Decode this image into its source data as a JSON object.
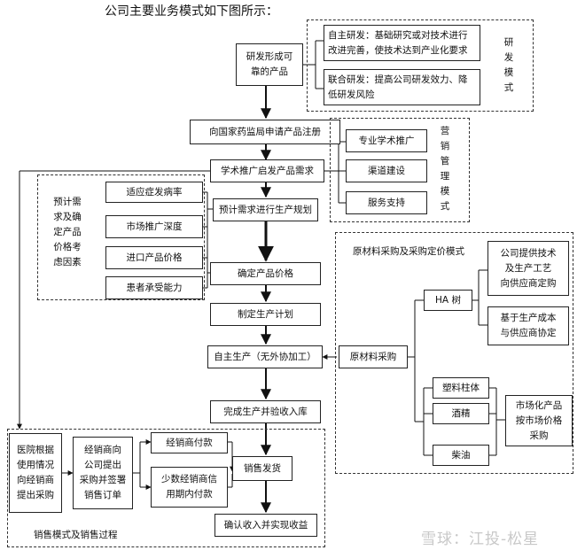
{
  "title": "公司主要业务模式如下图所示：",
  "rd": {
    "product": "研发形成可\n靠的产品",
    "independent": "自主研发：基础研究或对技术进行\n改进完善，使技术达到产业化要求",
    "joint": "联合研发：提高公司研发效力、降\n低研发风险",
    "mode_label": "研发模式"
  },
  "main_flow": {
    "register": "向国家药监局申请产品注册",
    "promotion": "学术推广启发产品需求",
    "forecast": "预计需求进行生产规划",
    "price": "确定产品价格",
    "plan": "制定生产计划",
    "produce": "自主生产（无外协加工）",
    "stock_in": "完成生产并验收入库"
  },
  "marketing": {
    "items": [
      "专业学术推广",
      "渠道建设",
      "服务支持"
    ],
    "mode_label": "营销管理模式"
  },
  "pricing": {
    "label": "预计需\n求及确\n定产品\n价格考\n虑因素",
    "factors": [
      "适应症发病率",
      "市场推广深度",
      "进口产品价格",
      "患者承受能力"
    ]
  },
  "purchase": {
    "title": "原材料采购及采购定价模式",
    "raw_material": "原材料采购",
    "ha": "HA 树",
    "ha_options": [
      "公司提供技术\n及生产工艺\n向供应商定购",
      "基于生产成本\n与供应商协定"
    ],
    "others": [
      "塑料柱体",
      "酒精",
      "柴油"
    ],
    "market_price": "市场化产品\n按市场价格\n采购"
  },
  "sales": {
    "hospital": "医院根据\n使用情况\n向经销商\n提出采购",
    "distributor": "经销商向\n公司提出\n采购并签署\n销售订单",
    "pay_now": "经销商付款",
    "pay_credit": "少数经销商信\n用期内付款",
    "ship": "销售发货",
    "revenue": "确认收入并实现收益",
    "label": "销售模式及销售过程"
  },
  "watermark": "雪球：江投-松星"
}
